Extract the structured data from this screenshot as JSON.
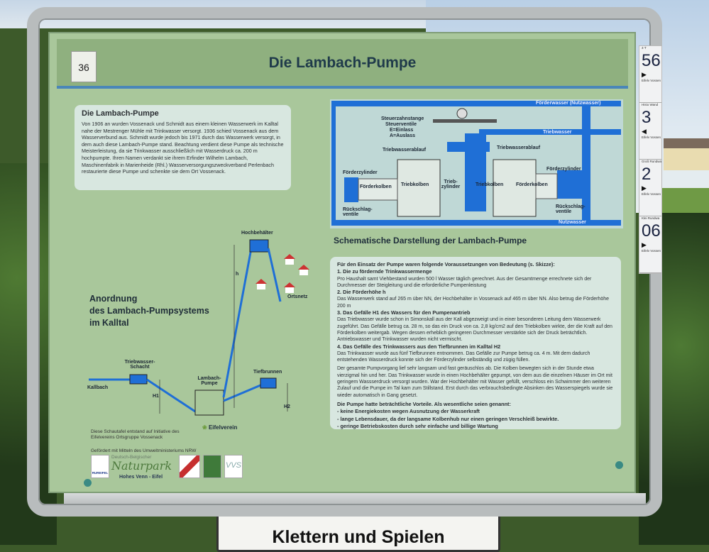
{
  "sign": {
    "title": "Die Lambach-Pumpe",
    "badge_number": "36",
    "intro": {
      "heading": "Die Lambach-Pumpe",
      "text": "Von 1906 an wurden Vossenack und Schmidt aus einem kleinen Wasserwerk im Kalltal nahe der Mestrenger Mühle mit Trinkwasser versorgt. 1936 schied Vossenack aus dem Wasserverbund aus. Schmidt wurde jedoch bis 1971 durch das Wasserwerk versorgt, in dem auch diese Lambach-Pumpe stand. Beachtung verdient diese Pumpe als technische Meisterleistung, da sie Trinkwasser ausschließlich mit Wasserdruck ca. 200 m hochpumpte. Ihren Namen verdankt sie ihrem Erfinder Wilhelm Lambach, Maschinenfabrik in Marienheide (Rhl.) Wasserversorgungszweckverband Perlenbach restaurierte diese Pumpe und schenkte sie dem Ort Vossenack."
    },
    "schematic": {
      "caption": "Schematische Darstellung der Lambach-Pumpe",
      "labels": {
        "foerderwasser": "Förderwasser (Nutzwasser)",
        "steuer": "Steuerzahnstange",
        "ventile": "Steuerventile",
        "einlass": "E=Einlass",
        "auslass": "A=Auslass",
        "triebwasser": "Triebwasser",
        "ablauf_l": "Triebwasserablauf",
        "ablauf_r": "Triebwasserablauf",
        "fz_l": "Förderzylinder",
        "fz_r": "Förderzylinder",
        "fk_l": "Förderkolben",
        "fk_r": "Förderkolben",
        "tk_l": "Triebkolben",
        "tk_r": "Triebkolben",
        "tz": "Trieb-zylinder",
        "rv_l": "Rückschlag-ventile",
        "rv_r": "Rückschlag-ventile",
        "nutzwasser": "Nutzwasser"
      }
    },
    "system": {
      "heading_lines": [
        "Anordnung",
        "des Lambach-Pumpsystems",
        "im Kalltal"
      ],
      "labels": {
        "hochbehaelter": "Hochbehälter",
        "ortsnetz": "Ortsnetz",
        "h": "h",
        "schacht": "Triebwasser-Schacht",
        "kallbach": "Kallbach",
        "pumpe": "Lambach-Pumpe",
        "tiefbrunnen": "Tiefbrunnen",
        "h1": "H1",
        "h2": "H2"
      }
    },
    "conditions": {
      "intro": "Für den Einsatz der Pumpe waren folgende Voraussetzungen von Bedeutung (s. Skizze):",
      "items": [
        {
          "title": "1. Die zu fördernde Trinkwassermenge",
          "text": "Pro Haushalt samt Viehbestand wurden 500 l Wasser täglich gerechnet. Aus der Gesamtmenge errechnete sich der Durchmesser der Steigleitung und die erforderliche Pumpenleistung"
        },
        {
          "title": "2. Die Förderhöhe h",
          "text": "Das Wasserwerk stand auf 265 m über NN, der Hochbehälter in Vossenack auf 465 m über NN. Also betrug die Förderhöhe 200 m"
        },
        {
          "title": "3. Das Gefälle H1 des Wassers für den Pumpenantrieb",
          "text": "Das Triebwasser wurde schon in Simonskall aus der Kall abgezweigt und in einer besonderen Leitung dem Wasserwerk zugeführt. Das Gefälle betrug ca. 28 m, so das ein Druck von ca. 2,8 kg/cm2 auf den Triebkolben wirkte, der die Kraft auf den Förderkolben weitergab. Wegen dessen erheblich geringeren Durchmesser verstärkte sich der Druck beträchtlich. Antriebswasser und Trinkwasser wurden nicht vermischt."
        },
        {
          "title": "4. Das Gefälle des Trinkwassers aus den Tiefbrunnen im Kalltal H2",
          "text": "Das Trinkwasser wurde aus fünf Tiefbrunnen entnommen. Das Gefälle zur Pumpe betrug ca. 4 m. Mit dem dadurch entstehenden Wasserdruck konnte sich der Förderzylinder selbständig und zügig füllen."
        }
      ],
      "paragraph": "Der gesamte Pumpvorgang lief sehr langsam und fast geräuschlos ab. Die Kolben bewegten sich in der Stunde etwa vierzigmal hin und her. Das Trinkwasser wurde in einen Hochbehälter gepumpt, von dem aus die einzelnen Häuser im Ort mit geringem Wassserdruck versorgt wurden. War der Hochbehälter mit Wasser gefüllt, verschloss ein Schwimmer den weiteren Zulauf und die Pumpe im Tal kam zum Stillstand. Erst durch das verbrauchsbedingte Absinken des Wasserspiegels wurde sie wieder automatisch in Gang gesetzt.",
      "advantages_title": "Die Pumpe hatte beträchtliche Vorteile. Als wesentliche seien genannt:",
      "advantages": [
        "- keine Energiekosten wegen Ausnutzung der Wasserkraft",
        "- lange Lebensdauer, da der langsame Kolbenhub nur einen geringen Verschleiß bewirkte.",
        "- geringe Betriebskosten durch sehr einfache und billige Wartung"
      ]
    },
    "credits": {
      "initiative": "Diese Schautafel entstand auf Initiative des Eifelvereins Ortsgruppe Vossenack",
      "eifelverein": "Eifelverein",
      "funding": "Gefördert mit Mitteln des Umweltministeriums NRW",
      "naturpark_top": "Deutsch-Belgischer",
      "naturpark": "Naturpark",
      "naturpark_sub": "Hohes Venn - Eifel",
      "rureifel": "RUREIFEL",
      "vvs": "VVS"
    }
  },
  "second_sign": {
    "text": "Klettern und Spielen"
  },
  "trail_stickers": [
    {
      "top": "4-T",
      "number": "56",
      "bottom": "Eifelv Vossen"
    },
    {
      "top": "Histo Wand",
      "number": "3",
      "bottom": "Eifelv Vossen"
    },
    {
      "top": "Groß Rundwa",
      "number": "2",
      "bottom": "Eifelv Vossen"
    },
    {
      "top": "Klei Rundwa",
      "number": "06",
      "bottom": "Eifelv Vossen"
    }
  ],
  "colors": {
    "board": "#a9c79b",
    "water_blue": "#1f6fd6",
    "title_band": "#8fb07f"
  }
}
